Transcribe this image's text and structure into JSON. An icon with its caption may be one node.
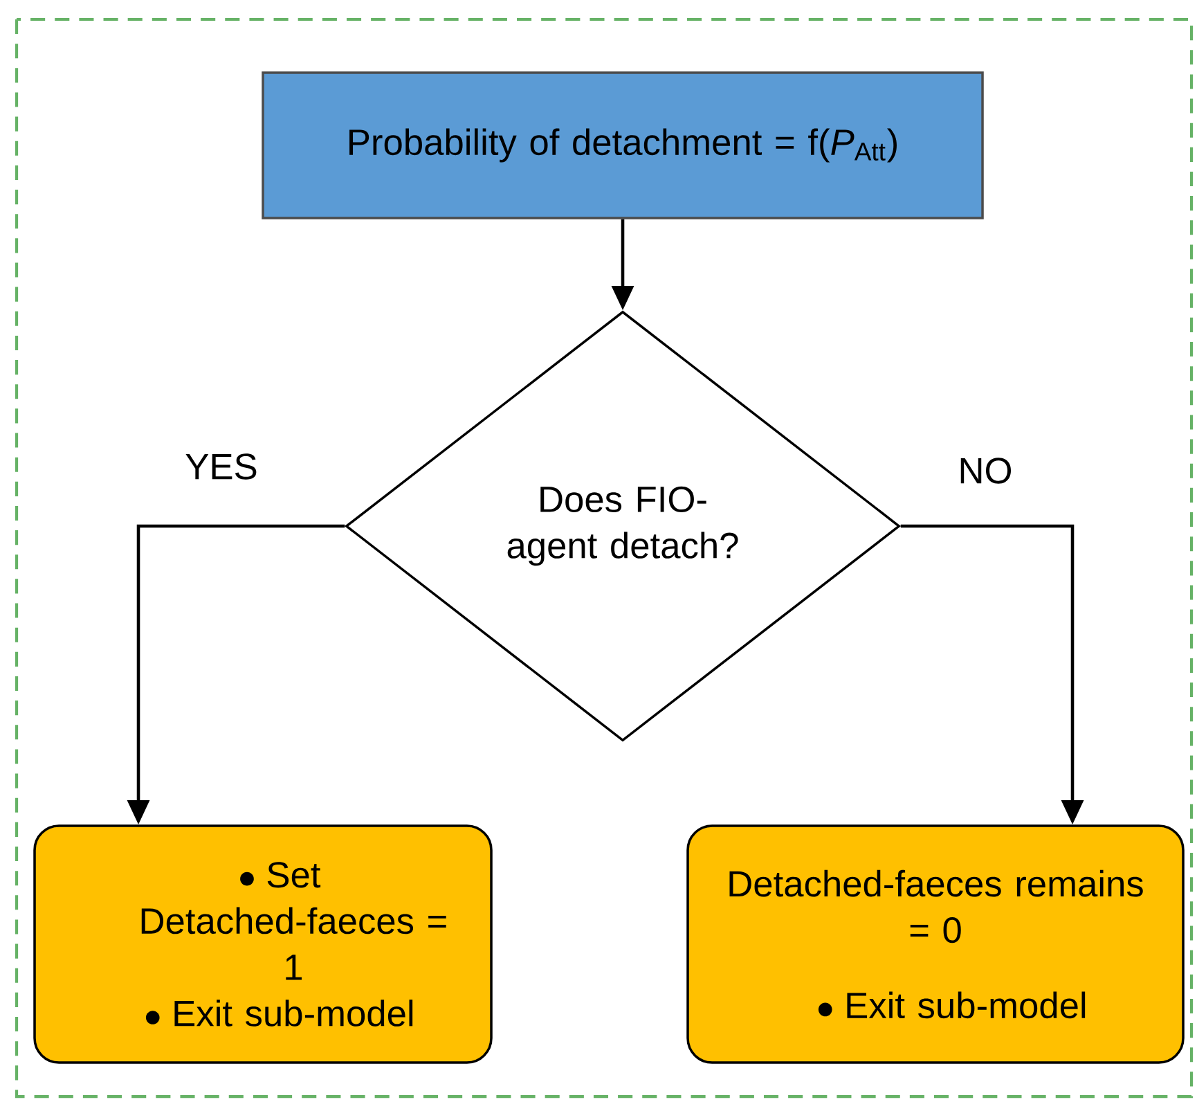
{
  "diagram": {
    "nodes": [
      {
        "text": [
          "Probability of detachment = f(*P*$_{Att}$)"
        ]
      },
      {
        "text": [
          "Does FIO-agent detach?"
        ]
      },
      {
        "text": [
          "Set Detached-faeces = 1",
          "Exit sub-model"
        ]
      },
      {
        "text": [
          "Detached-faeces remains = 0",
          "Exit sub-model"
        ]
      }
    ],
    "edges": [
      {
        "from": 0,
        "to": 1,
        "arrow": "to"
      },
      {
        "from": 1,
        "to": 2,
        "arrow": "to",
        "label": "YES"
      },
      {
        "from": 1,
        "to": 3,
        "arrow": "to",
        "label": "NO"
      }
    ]
  }
}
